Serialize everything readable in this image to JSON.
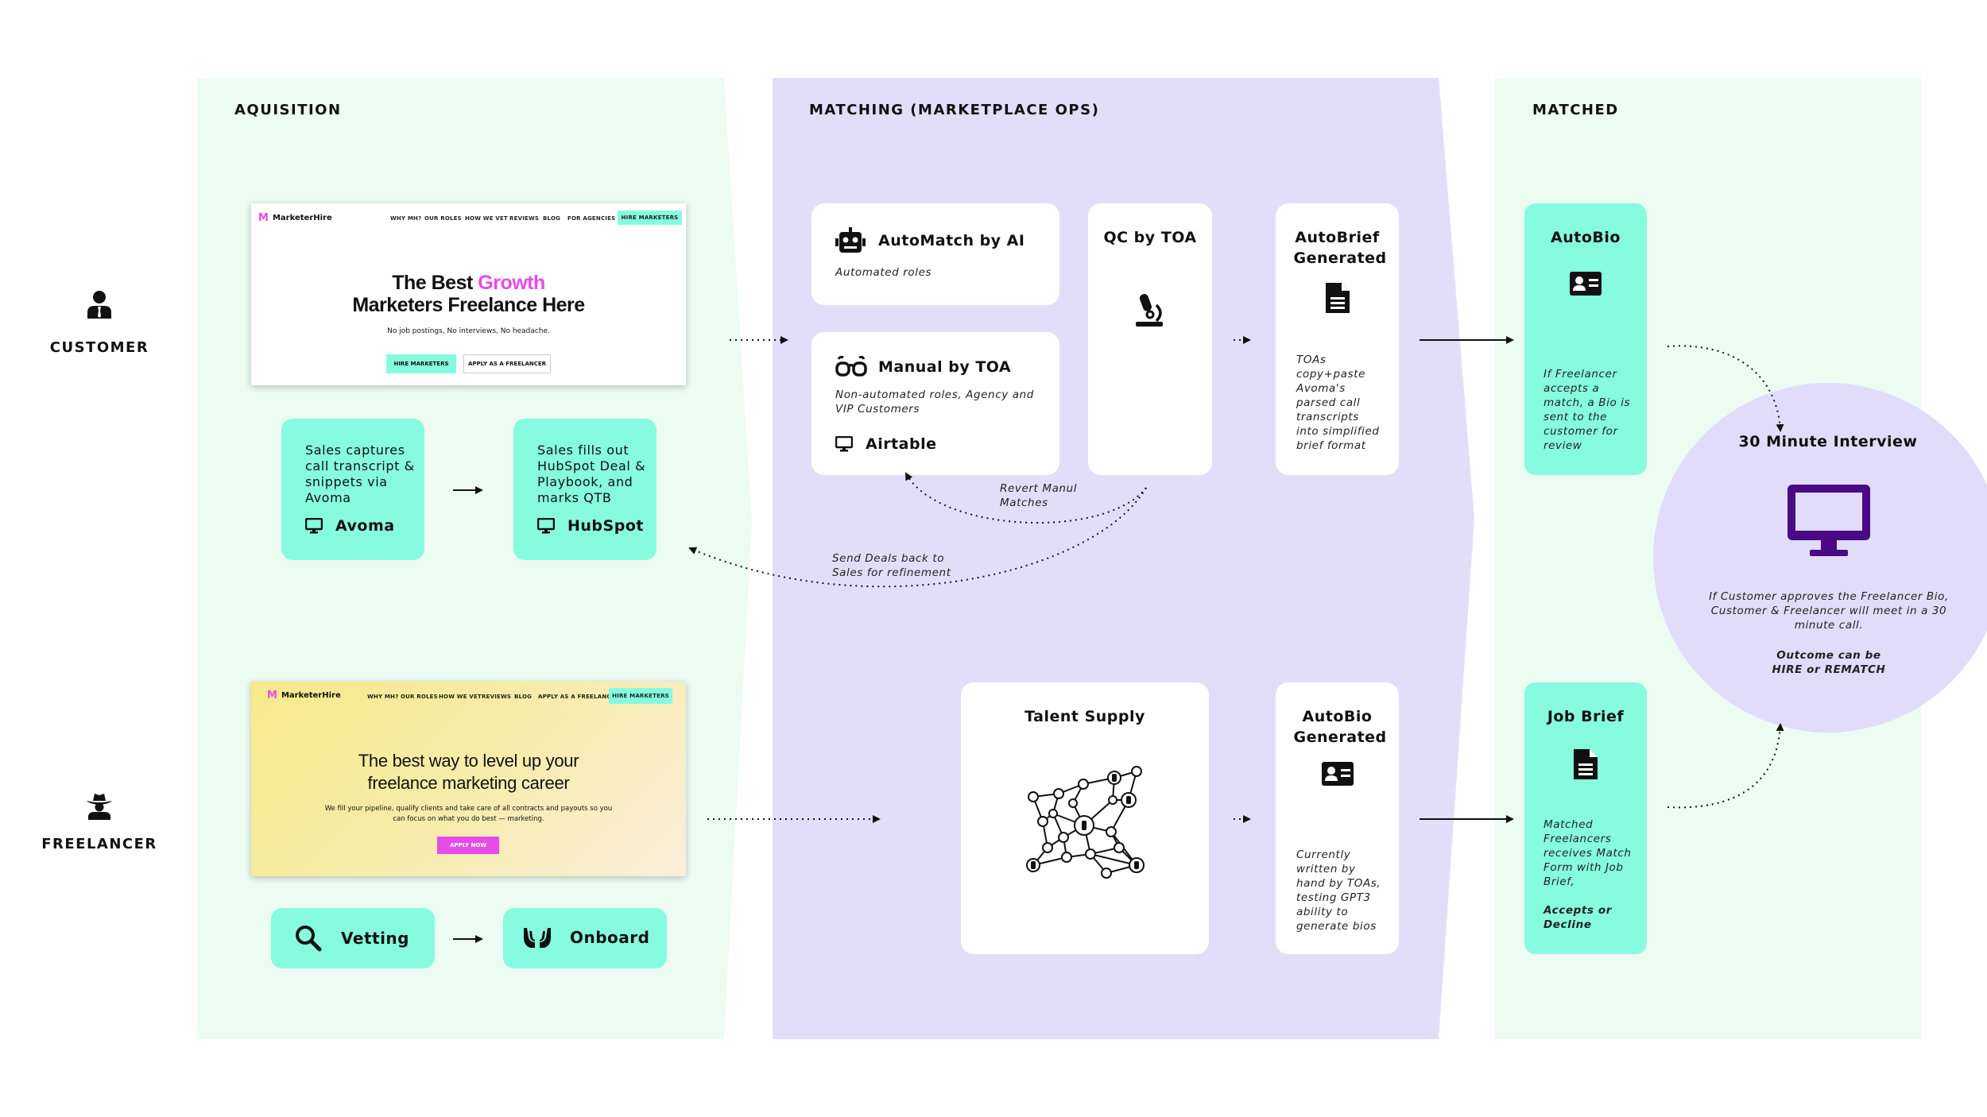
{
  "sections": {
    "acquisition": "AQUISITION",
    "matching": "MATCHING (MARKETPLACE OPS)",
    "matched": "MATCHED"
  },
  "roles": {
    "customer": "CUSTOMER",
    "freelancer": "FREELANCER"
  },
  "customer_site": {
    "logo": "MarketerHire",
    "nav": [
      "WHY MH?",
      "OUR ROLES",
      "HOW WE VET",
      "REVIEWS",
      "BLOG",
      "FOR AGENCIES"
    ],
    "nav_cta": "HIRE MARKETERS",
    "headline_pre": "The Best ",
    "headline_accent": "Growth",
    "headline_line2": "Marketers Freelance Here",
    "subline": "No job postings, No interviews, No headache.",
    "btn_primary": "HIRE MARKETERS",
    "btn_secondary": "APPLY AS A FREELANCER"
  },
  "freelancer_site": {
    "logo": "MarketerHire",
    "nav": [
      "WHY MH?",
      "OUR ROLES",
      "HOW WE VET",
      "REVIEWS",
      "BLOG",
      "APPLY AS A FREELANCER"
    ],
    "nav_cta": "HIRE MARKETERS",
    "headline_line1": "The best way to level up your",
    "headline_line2": "freelance marketing career",
    "body_line1": "We fill your pipeline, qualify clients and take care of all contracts and payouts so you",
    "body_line2": "can focus on what you do best — marketing.",
    "btn": "APPLY NOW"
  },
  "sales_avoma": {
    "text": "Sales captures call transcript & snippets via Avoma",
    "tool": "Avoma"
  },
  "sales_hubspot": {
    "text": "Sales fills out HubSpot Deal & Playbook, and marks QTB",
    "tool": "HubSpot"
  },
  "vetting": "Vetting",
  "onboard": "Onboard",
  "automatch": {
    "title": "AutoMatch by AI",
    "sub": "Automated roles"
  },
  "manual": {
    "title": "Manual by TOA",
    "sub": "Non-automated roles, Agency and VIP Customers",
    "tool": "Airtable"
  },
  "qc": {
    "title": "QC by TOA"
  },
  "autobrief": {
    "title": "AutoBrief Generated",
    "sub": "TOAs copy+paste Avoma's parsed call transcripts into simplified brief format"
  },
  "talent": {
    "title": "Talent Supply"
  },
  "autobio_gen": {
    "title": "AutoBio Generated",
    "sub": "Currently written by hand by TOAs, testing GPT3 ability to generate bios"
  },
  "autobio": {
    "title": "AutoBio",
    "sub": "If Freelancer accepts a match, a Bio is sent to the customer for review"
  },
  "jobbrief": {
    "title": "Job Brief",
    "sub": "Matched Freelancers receives Match Form with Job Brief,",
    "sub_bold": "Accepts or Decline"
  },
  "interview": {
    "title": "30 Minute Interview",
    "text": "If Customer approves the Freelancer Bio, Customer & Freelancer will meet in a 30 minute call.",
    "outcome_line1": "Outcome can be",
    "outcome_line2": "HIRE or REMATCH"
  },
  "annotations": {
    "revert": "Revert Manul Matches",
    "send_back": "Send Deals back to Sales for refinement"
  },
  "colors": {
    "mint": "#86fbe0",
    "mint_bg": "#ecfcf3",
    "lavender": "#e2defa",
    "interview_circle": "#e0dcfa",
    "purple": "#4a0a86",
    "magenta": "#e64ce6"
  }
}
